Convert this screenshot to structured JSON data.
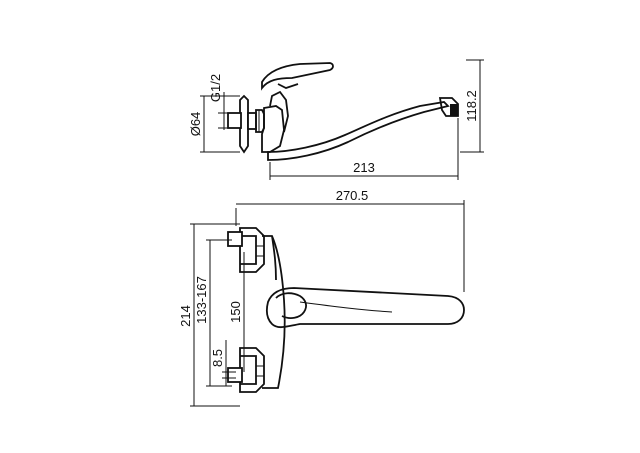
{
  "drawing": {
    "side_view": {
      "thread_label": "G1/2",
      "flange_diameter_label": "Ø64",
      "spout_reach_label": "213",
      "height_label": "118.2"
    },
    "front_view": {
      "total_length_label": "270.5",
      "total_height_label": "214",
      "adjustment_range_label": "133-167",
      "center_distance_label": "150",
      "eccentric_offset_label": "8.5"
    }
  }
}
